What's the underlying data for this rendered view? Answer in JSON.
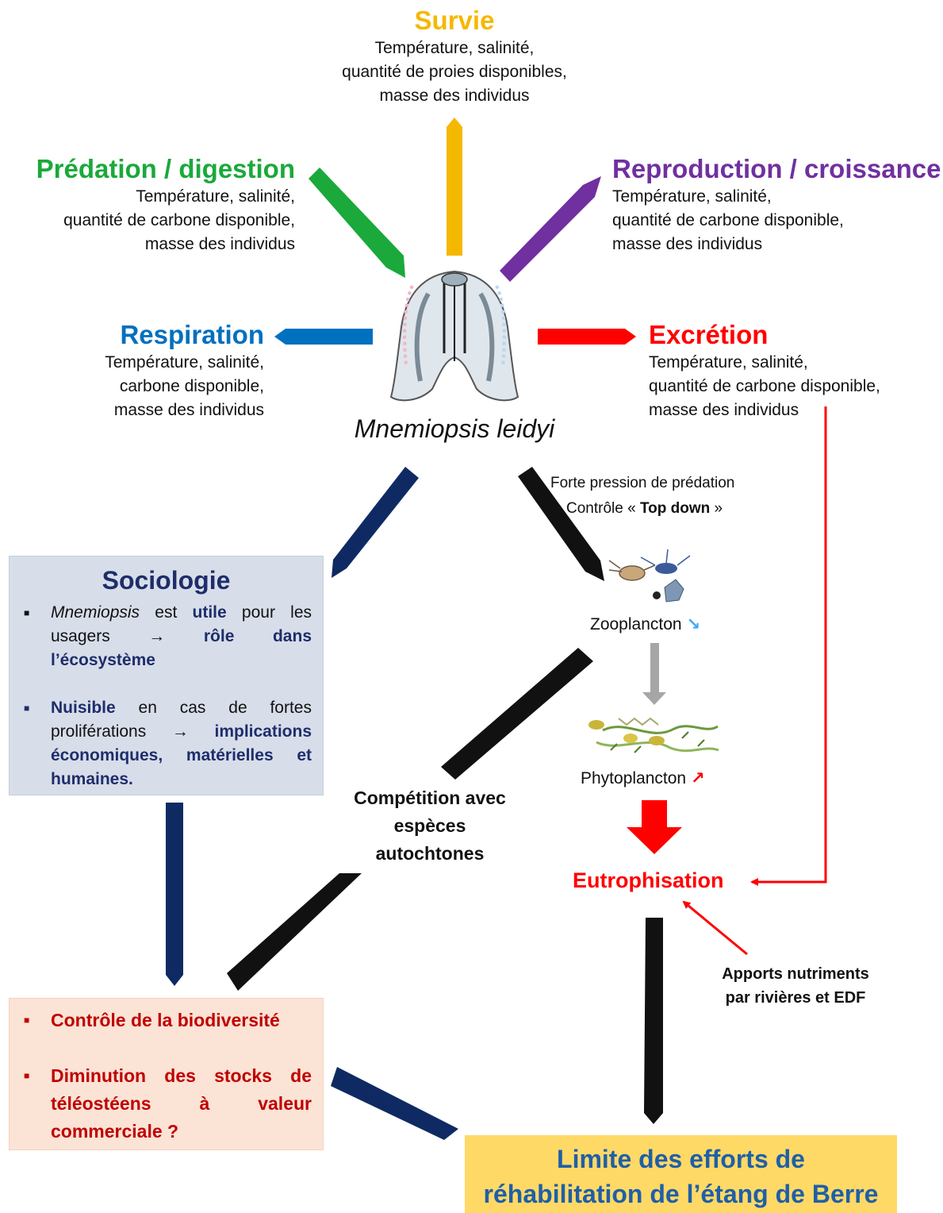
{
  "colors": {
    "survie": "#f5b800",
    "predation": "#1aa93a",
    "reproduction": "#7030a0",
    "respiration": "#0070c0",
    "excretion": "#ff0000",
    "navy": "#0f2a63",
    "box_sociologie": "#d7dee9",
    "box_biodiversite": "#fbe3d6",
    "box_limite": "#ffd966",
    "limite_text": "#1f5fa8",
    "darkred": "#c00000"
  },
  "survie": {
    "title": "Survie",
    "lines": [
      "Température, salinité,",
      "quantité de proies disponibles,",
      "masse des individus"
    ]
  },
  "predation": {
    "title": "Prédation / digestion",
    "lines": [
      "Température, salinité,",
      "quantité de carbone disponible,",
      "masse des individus"
    ]
  },
  "reproduction": {
    "title": "Reproduction / croissance",
    "lines": [
      "Température, salinité,",
      "quantité de carbone disponible,",
      "masse des individus"
    ]
  },
  "respiration": {
    "title": "Respiration",
    "lines": [
      "Température, salinité,",
      "carbone disponible,",
      "masse des individus"
    ]
  },
  "excretion": {
    "title": "Excrétion",
    "lines": [
      "Température, salinité,",
      "quantité de carbone disponible,",
      "masse des individus"
    ]
  },
  "species": {
    "genus": "Mnemiopsis",
    "epithet": "leidyi"
  },
  "topdown": {
    "line1": "Forte pression de prédation",
    "line2_prefix": "Contrôle « ",
    "line2_bold": "Top down",
    "line2_suffix": " »"
  },
  "zooplancton": {
    "label": "Zooplancton",
    "trend": "↘"
  },
  "phytoplancton": {
    "label": "Phytoplancton",
    "trend": "↗"
  },
  "eutrophisation": {
    "label": "Eutrophisation"
  },
  "apports": {
    "line1": "Apports nutriments",
    "line2": "par rivières et EDF"
  },
  "competition": {
    "line1": "Compétition avec",
    "line2": "espèces",
    "line3": "autochtones"
  },
  "sociologie": {
    "title": "Sociologie",
    "bullet1": {
      "word1": "Mnemiopsis",
      "text1": " est ",
      "bold1": "utile",
      "text2": " pour les usagers ",
      "arrow": "→",
      "bold2": " rôle dans l’écosystème"
    },
    "bullet2": {
      "bold1": "Nuisible",
      "text1": " en cas de fortes proliférations ",
      "arrow": "→",
      "bold2": " implications économiques, matérielles et humaines."
    }
  },
  "biodiversite": {
    "item1": "Contrôle de la biodiversité",
    "item2": "Diminution des stocks de téléostéens à valeur commerciale ?"
  },
  "limite": {
    "line1": "Limite des efforts de",
    "line2": "réhabilitation de l’étang de Berre"
  }
}
